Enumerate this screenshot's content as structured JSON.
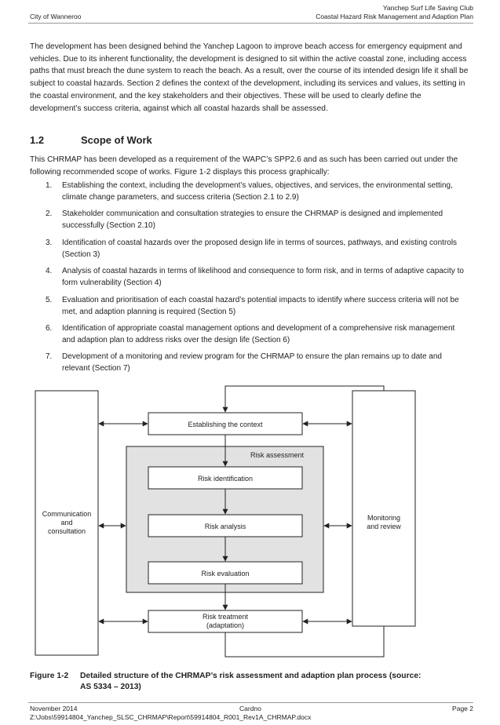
{
  "header": {
    "left": "City of Wanneroo",
    "right_line1": "Yanchep Surf Life Saving Club",
    "right_line2": "Coastal Hazard Risk Management and Adaption Plan"
  },
  "intro_paragraph": "The development has been designed behind the Yanchep Lagoon to improve beach access for emergency equipment and vehicles. Due to its inherent functionality, the development is designed to sit within the active coastal zone, including access paths that must breach the dune system to reach the beach. As a result, over the course of its intended design life it shall be subject to coastal hazards. Section 2 defines the context of the development, including its services and values, its setting in the coastal environment, and the key stakeholders and their objectives. These will be used to clearly define the development’s success criteria, against which all coastal hazards shall be assessed.",
  "section": {
    "number": "1.2",
    "title": "Scope of Work",
    "intro": "This CHRMAP has been developed as a requirement of the WAPC’s SPP2.6 and as such has been carried out under the following recommended scope of works. Figure 1-2 displays this process graphically:"
  },
  "steps": [
    {
      "n": "1.",
      "text": "Establishing the context, including the development’s values, objectives, and services, the environmental setting, climate change parameters, and success criteria (Section 2.1 to 2.9)"
    },
    {
      "n": "2.",
      "text": "Stakeholder communication and consultation strategies to ensure the CHRMAP is designed and implemented successfully (Section 2.10)"
    },
    {
      "n": "3.",
      "text": "Identification of coastal hazards over the proposed design life in terms of sources, pathways, and existing controls (Section 3)"
    },
    {
      "n": "4.",
      "text": "Analysis of coastal hazards in terms of likelihood and consequence to form risk, and in terms of adaptive capacity to form vulnerability (Section 4)"
    },
    {
      "n": "5.",
      "text": "Evaluation and prioritisation of each coastal hazard’s potential impacts to identify where success criteria will not be met, and adaption planning is required (Section 5)"
    },
    {
      "n": "6.",
      "text": "Identification of appropriate coastal management options and development of a comprehensive risk management and adaption plan to address risks over the design life (Section 6)"
    },
    {
      "n": "7.",
      "text": "Development of a monitoring and review program for the CHRMAP to ensure the plan remains up to date and relevant (Section 7)"
    }
  ],
  "diagram": {
    "left_box": [
      "Communication",
      "and",
      "consultation"
    ],
    "right_box": [
      "Monitoring",
      "and review"
    ],
    "context": "Establishing the context",
    "group_label": "Risk assessment",
    "identification": "Risk identification",
    "analysis": "Risk analysis",
    "evaluation": "Risk evaluation",
    "treatment": [
      "Risk treatment",
      "(adaptation)"
    ],
    "group_fill": "#e2e2e2"
  },
  "caption": {
    "label": "Figure 1-2",
    "line1": "Detailed structure of the CHRMAP’s risk assessment and adaption plan process (source:",
    "line2": "AS 5334 – 2013)"
  },
  "footer": {
    "date": "November 2014",
    "company": "Cardno",
    "page": "Page 2",
    "path": "Z:\\Jobs\\59914804_Yanchep_SLSC_CHRMAP\\Report\\59914804_R001_Rev1A_CHRMAP.docx"
  }
}
